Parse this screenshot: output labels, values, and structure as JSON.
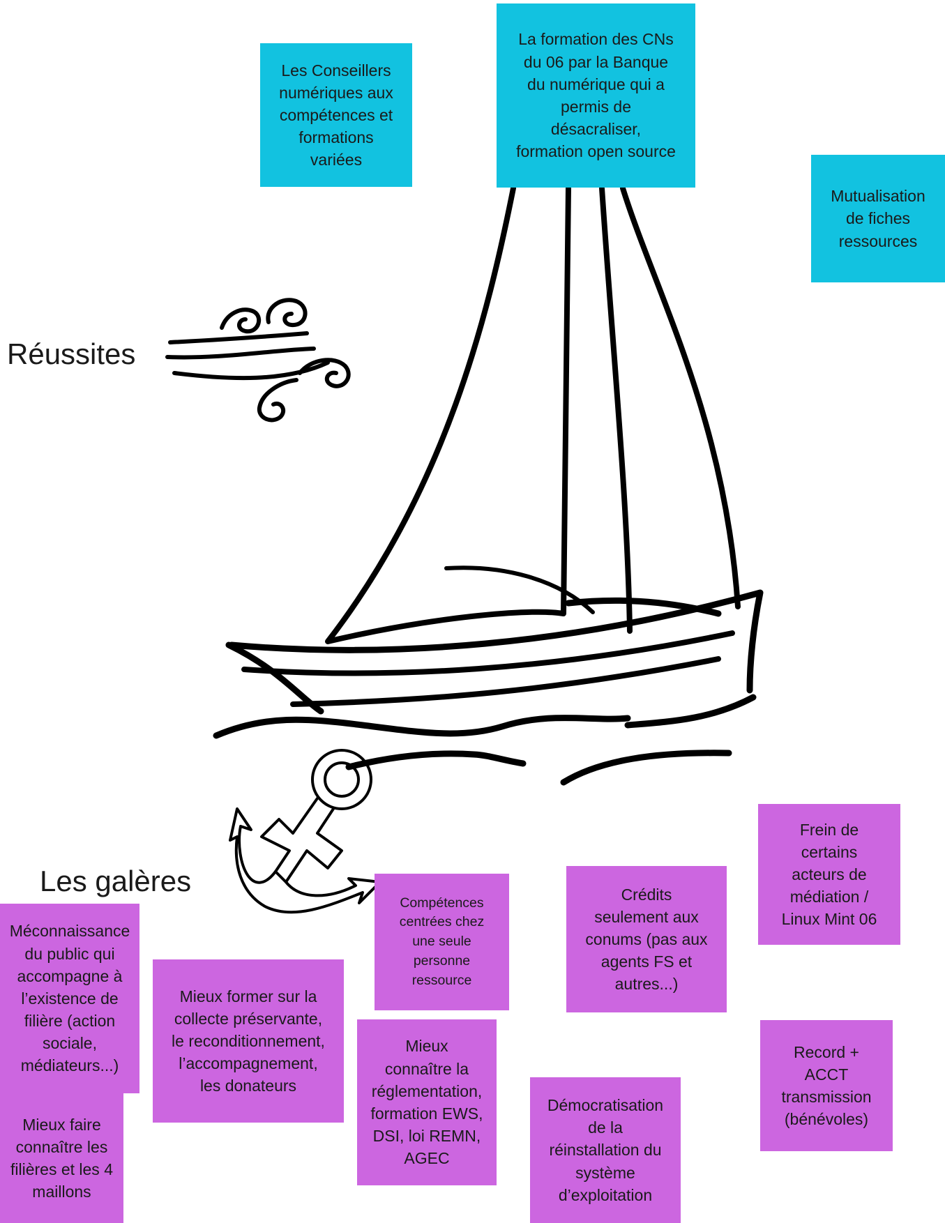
{
  "labels": {
    "successes": "Réussites",
    "struggles": "Les galères"
  },
  "colors": {
    "success_note": "#12c2e0",
    "struggle_note": "#cc66e0"
  },
  "icons": [
    "wind-icon",
    "sailboat-icon",
    "waves-icon",
    "anchor-icon"
  ],
  "successes": [
    "Les Conseillers\nnumériques aux\ncompétences et\nformations\nvariées",
    "La formation des CNs\ndu 06 par la Banque\ndu numérique qui a\npermis de\ndésacraliser,\nformation open source",
    "Mutualisation\nde fiches\nressources"
  ],
  "struggles": [
    "Méconnaissance\ndu public qui\naccompagne à\nl’existence de\nfilière (action\nsociale,\nmédiateurs...)",
    "Mieux faire\nconnaître les\nfilières et les 4\nmaillons",
    "Mieux former sur la\ncollecte préservante,\nle reconditionnement,\nl’accompagnement,\nles donateurs",
    "Compétences\ncentrées chez\nune seule\npersonne\nressource",
    "Mieux\nconnaître la\nréglementation,\nformation EWS,\nDSI, loi REMN,\nAGEC",
    "Crédits\nseulement aux\nconums (pas aux\nagents FS et\nautres...)",
    "Démocratisation\nde la\nréinstallation du\nsystème\nd’exploitation",
    "Frein de\ncertains\nacteurs de\nmédiation /\nLinux Mint 06",
    "Record +\nACCT\ntransmission\n(bénévoles)"
  ]
}
